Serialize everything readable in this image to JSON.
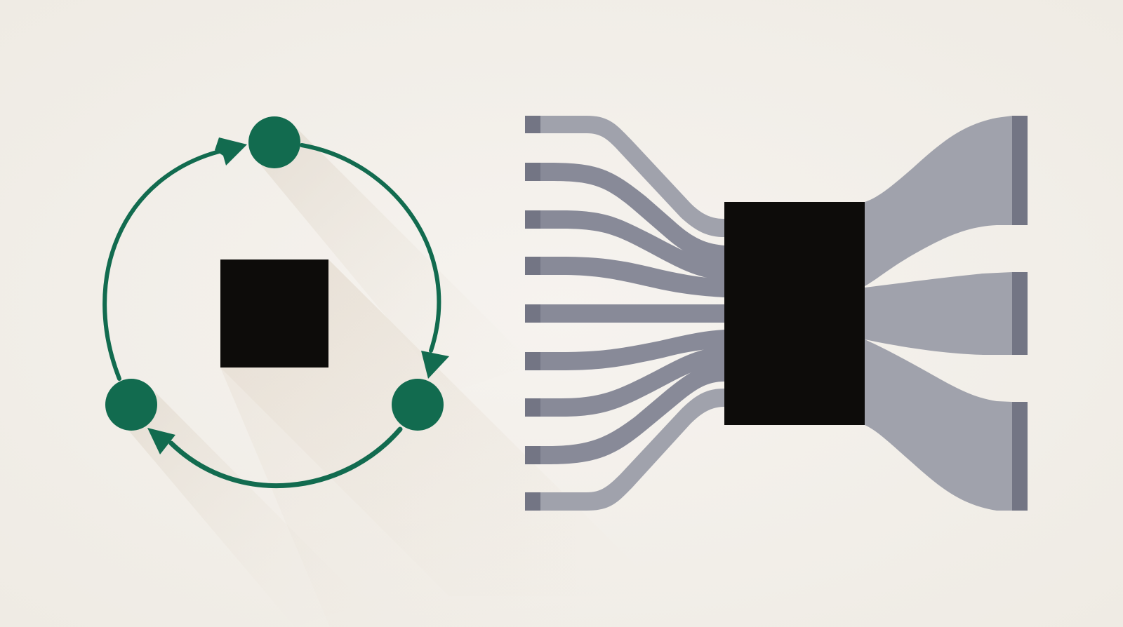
{
  "colors": {
    "background": "#f4f1ec",
    "cycle_green": "#126b4f",
    "block_black": "#0d0c0a",
    "ribbon_gray": "#888a98",
    "ribbon_gray_light": "#a0a2ac",
    "port_dark": "#737584",
    "shadow": "#e6ddd2"
  },
  "cycle_diagram": {
    "node_count": 3,
    "direction": "clockwise",
    "center_block": "black-square"
  },
  "flow_diagram": {
    "input_count": 9,
    "output_count": 3,
    "center_block": "black-rectangle"
  }
}
